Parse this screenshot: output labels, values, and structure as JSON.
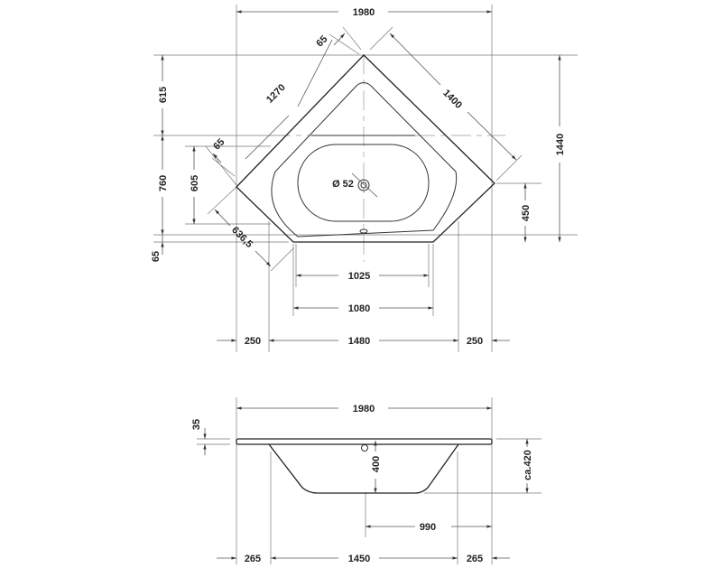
{
  "top_view": {
    "overall_width": "1980",
    "rim_top": "65",
    "left_edge": "1270",
    "right_edge": "1400",
    "height_upper": "615",
    "height_middle": "760",
    "rim_left": "65",
    "inner_height": "605",
    "diag_lower": "636,5",
    "rim_bottom": "65",
    "total_height": "1440",
    "drain_height": "450",
    "drain_label": "Ø 52",
    "inner_width_1": "1025",
    "inner_width_2": "1080",
    "side_left": "250",
    "center_width": "1480",
    "side_right": "250"
  },
  "side_view": {
    "overall_width": "1980",
    "rim_thickness": "35",
    "depth": "400",
    "total_height": "ca.420",
    "drain_offset": "990",
    "side_left": "265",
    "base_width": "1450",
    "side_right": "265"
  }
}
